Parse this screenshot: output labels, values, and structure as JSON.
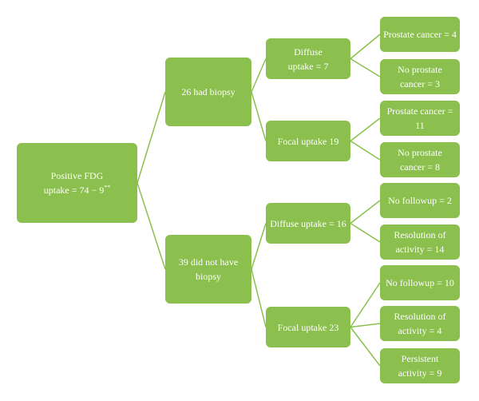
{
  "colors": {
    "node_fill": "#8bbf4e",
    "node_text": "#ffffff",
    "connector": "#8bbf4e",
    "background": "#ffffff"
  },
  "nodes": {
    "root": {
      "text": "Positive FDG\nuptake = 74 − 9",
      "footnote_mark": "**"
    },
    "biopsy": {
      "text": "26 had biopsy"
    },
    "no_biopsy": {
      "text": "39 did not have\nbiopsy"
    },
    "b_diffuse": {
      "text": "Diffuse\nuptake = 7"
    },
    "b_focal": {
      "text": "Focal uptake 19"
    },
    "nb_diffuse": {
      "text": "Diffuse uptake = 16"
    },
    "nb_focal": {
      "text": "Focal uptake 23"
    },
    "bd_cancer": {
      "text": "Prostate cancer = 4"
    },
    "bd_no_cancer": {
      "text": "No prostate\ncancer = 3"
    },
    "bf_cancer": {
      "text": "Prostate cancer = 11"
    },
    "bf_no_cancer": {
      "text": "No prostate\ncancer = 8"
    },
    "nd_no_followup": {
      "text": "No followup = 2"
    },
    "nd_resolution": {
      "text": "Resolution of\nactivity = 14"
    },
    "nf_no_followup": {
      "text": "No followup = 10"
    },
    "nf_resolution": {
      "text": "Resolution of\nactivity = 4"
    },
    "nf_persistent": {
      "text": "Persistent\nactivity = 9"
    }
  }
}
